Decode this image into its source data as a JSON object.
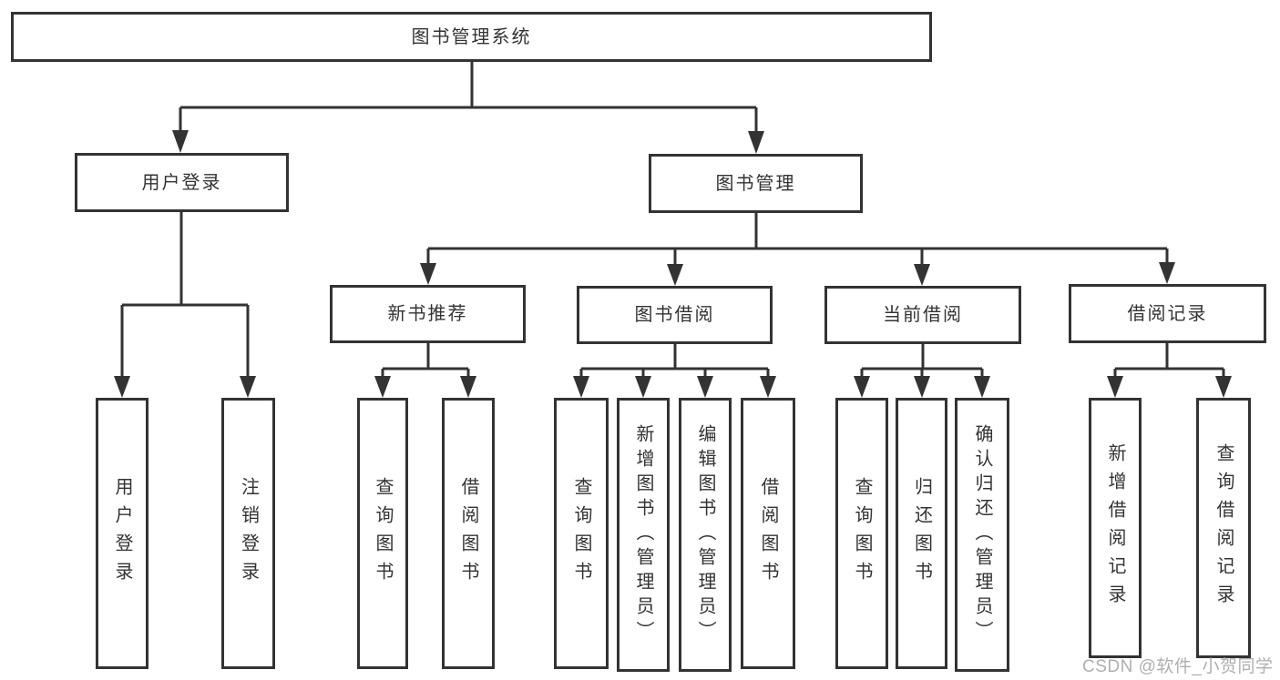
{
  "diagram": {
    "nodes": {
      "root": "图书管理系统",
      "user_login": "用户登录",
      "book_management": "图书管理",
      "new_book_recommend": "新书推荐",
      "book_borrowing": "图书借阅",
      "current_borrowing": "当前借阅",
      "borrowing_records": "借阅记录",
      "leaf_user_login": "用户登录",
      "leaf_logout_login": "注销登录",
      "rec_query_books": "查询图书",
      "rec_borrow_books": "借阅图书",
      "bb_query_books": "查询图书",
      "bb_add_books_admin": "新增图书（管理员）",
      "bb_edit_books_admin": "编辑图书（管理员）",
      "bb_borrow_books": "借阅图书",
      "cb_query_books": "查询图书",
      "cb_return_books": "归还图书",
      "cb_confirm_return_admin": "确认归还（管理员）",
      "br_add_record": "新增借阅记录",
      "br_query_record": "查询借阅记录"
    },
    "colors": {
      "line": "#333333",
      "box_border": "#333333",
      "text": "#333333",
      "background": "#ffffff",
      "watermark": "#a8a8a8"
    }
  },
  "watermark": "CSDN @软件_小贺同学"
}
